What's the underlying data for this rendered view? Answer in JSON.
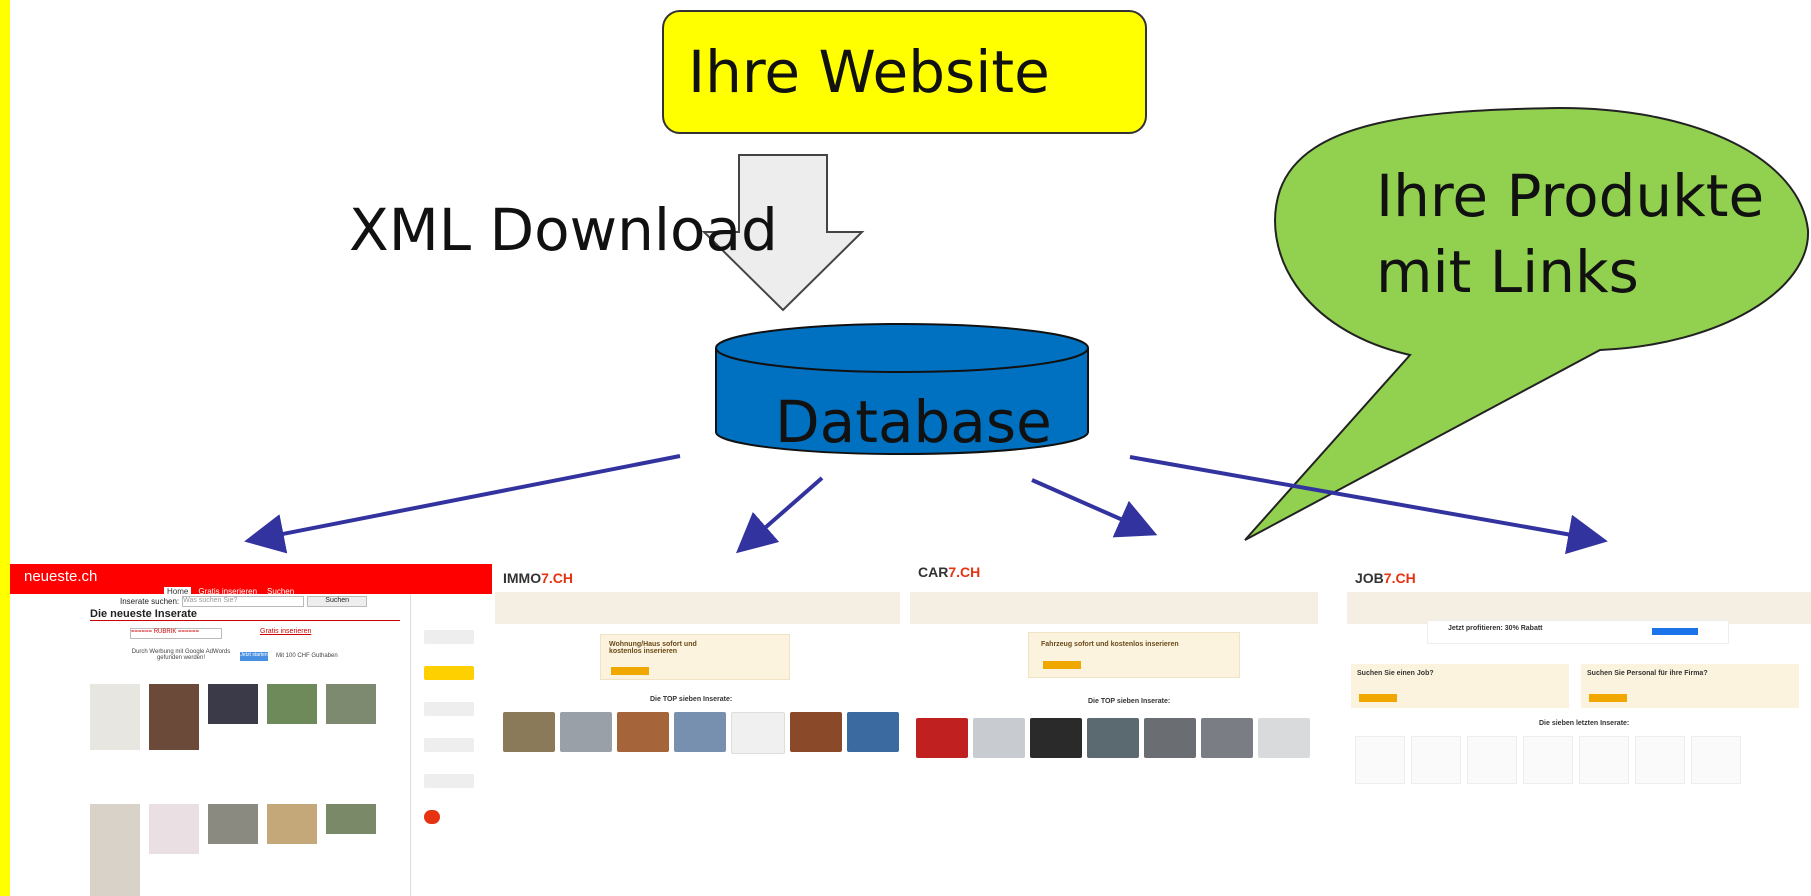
{
  "diagram": {
    "source_label": "Ihre Website",
    "download_label": "XML Download",
    "database_label": "Database",
    "products_label_line1": "Ihre Produkte",
    "products_label_line2": "mit Links"
  },
  "colors": {
    "website_box": "#ffff00",
    "left_bar": "#ffff00",
    "database": "#0070c0",
    "bubble": "#92d050",
    "arrows": "#3333a0",
    "download_arrow": "#ededed"
  },
  "screenshots": {
    "neueste": {
      "logo": "neueste.ch",
      "nav": [
        "Home",
        "Gratis inserieren",
        "Suchen"
      ],
      "search_label": "Inserate suchen:",
      "search_placeholder": "Was suchen Sie?",
      "search_button": "Suchen",
      "heading": "Die neueste Inserate",
      "rubrik": "====== RUBRIK ======",
      "gratis_link": "Gratis inserieren",
      "ad_text": "Durch Werbung mit Google AdWords gefunden werden!",
      "ad_button": "Jetzt starten",
      "ad_offer": "Mit 100 CHF Guthaben"
    },
    "immo": {
      "logo_prefix": "IMMO",
      "logo_suffix": "7.CH",
      "promo": "Wohnung/Haus sofort und kostenlos inserieren",
      "top_title": "Die TOP sieben Inserate:"
    },
    "car": {
      "logo_prefix": "CAR",
      "logo_suffix": "7.CH",
      "promo": "Fahrzeug sofort und kostenlos inserieren",
      "top_title": "Die TOP sieben Inserate:"
    },
    "job": {
      "logo_prefix": "JOB",
      "logo_suffix": "7.CH",
      "banner": "Jetzt profitieren: 30% Rabatt",
      "card1": "Suchen Sie einen Job?",
      "card2": "Suchen Sie Personal für ihre Firma?",
      "latest_title": "Die sieben letzten Inserate:"
    }
  }
}
